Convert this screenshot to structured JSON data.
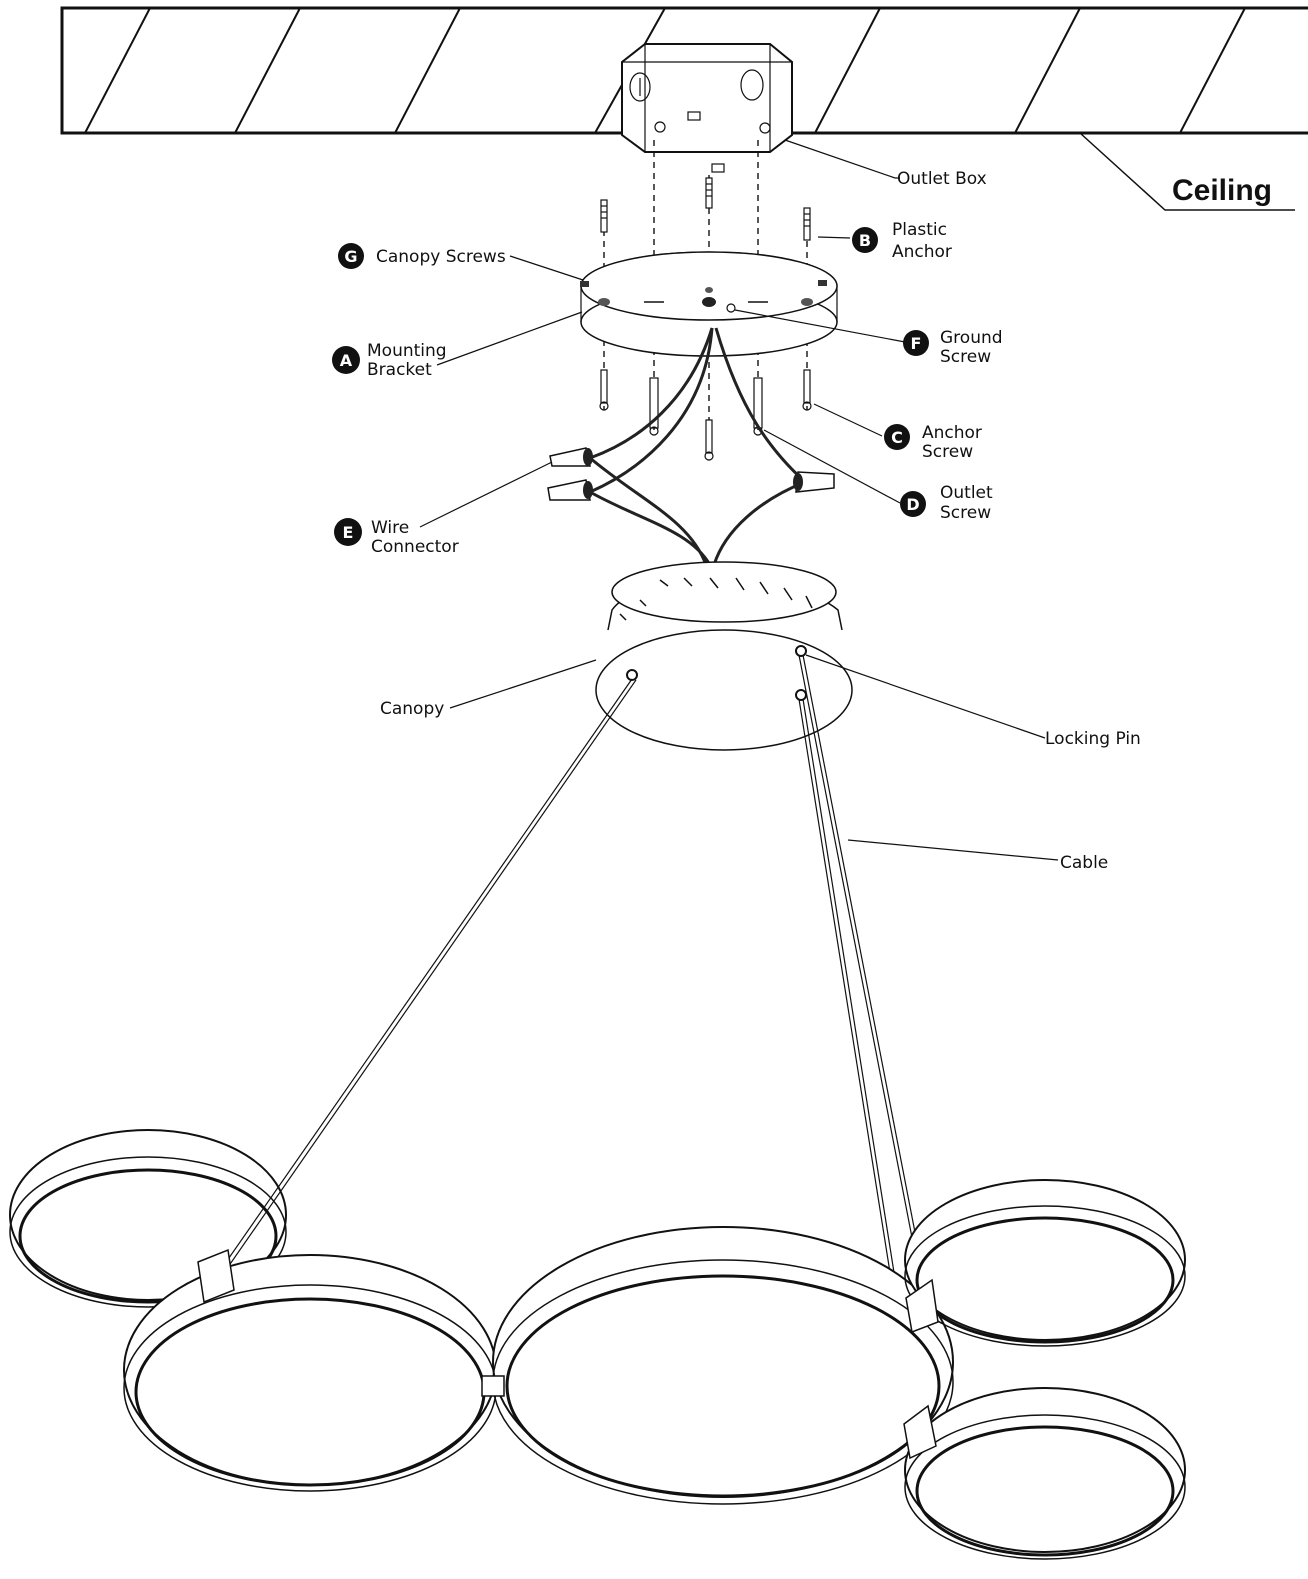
{
  "ceiling_label": "Ceiling",
  "parts": {
    "outlet_box": "Outlet Box",
    "plastic_anchor": {
      "letter": "B",
      "line1": "Plastic",
      "line2": "Anchor"
    },
    "canopy_screws": {
      "letter": "G",
      "line1": "Canopy Screws"
    },
    "mounting_bracket": {
      "letter": "A",
      "line1": "Mounting",
      "line2": "Bracket"
    },
    "ground_screw": {
      "letter": "F",
      "line1": "Ground",
      "line2": "Screw"
    },
    "anchor_screw": {
      "letter": "C",
      "line1": "Anchor",
      "line2": "Screw"
    },
    "outlet_screw": {
      "letter": "D",
      "line1": "Outlet",
      "line2": "Screw"
    },
    "wire_connector": {
      "letter": "E",
      "line1": "Wire",
      "line2": "Connector"
    },
    "canopy": "Canopy",
    "locking_pin": "Locking Pin",
    "cable": "Cable"
  }
}
